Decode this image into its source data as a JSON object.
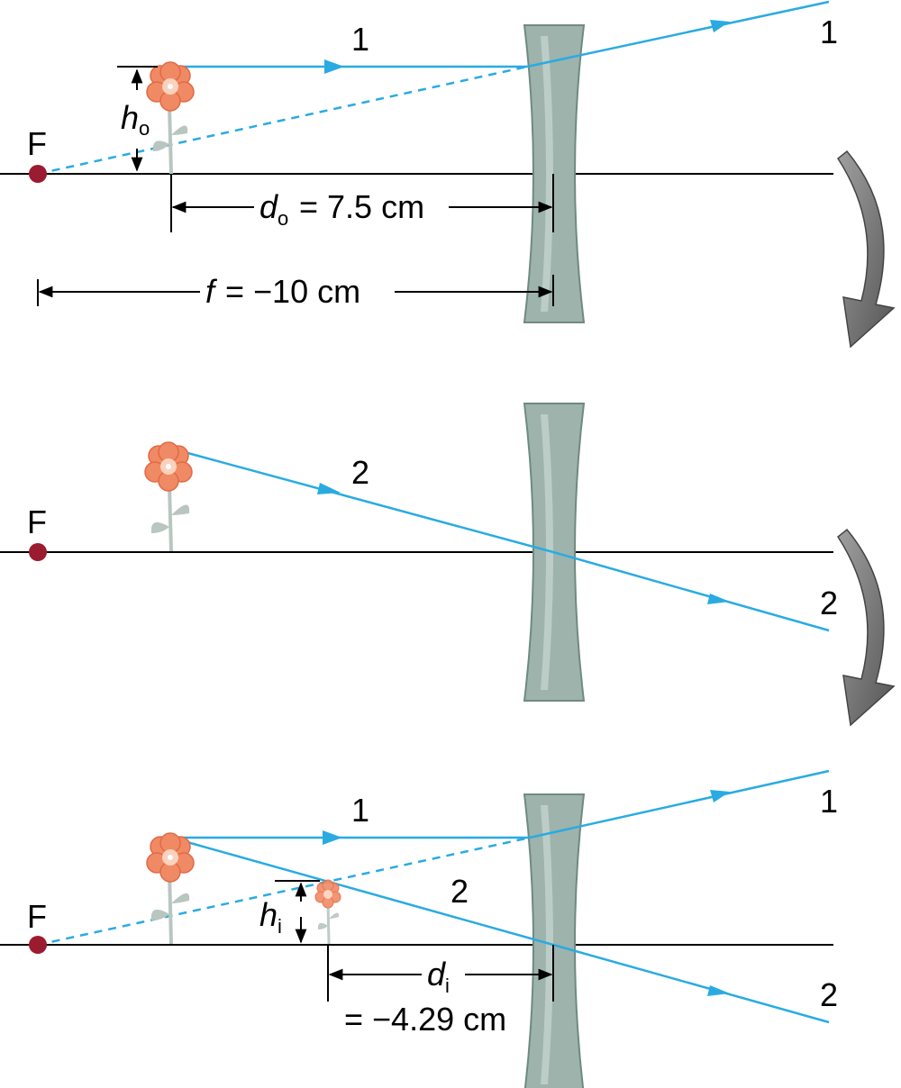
{
  "labels": {
    "focal_point": "F",
    "ray1": "1",
    "ray2": "2",
    "object_height_symbol": "h",
    "object_height_sub": "o",
    "image_height_symbol": "h",
    "image_height_sub": "i",
    "object_distance_symbol": "d",
    "object_distance_sub": "o",
    "object_distance_value": " = 7.5 cm",
    "focal_length_symbol": "f",
    "focal_length_value": "= −10 cm",
    "image_distance_symbol": "d",
    "image_distance_sub": "i",
    "image_distance_value": "= −4.29 cm"
  },
  "colors": {
    "ray": "#29ABE2",
    "focal_point": "#9B1B30",
    "lens": "#9EB3AC",
    "flower_petal": "#F08A64",
    "flower_stem": "#B9C6C0",
    "step_arrow": "#6E6E6E"
  }
}
